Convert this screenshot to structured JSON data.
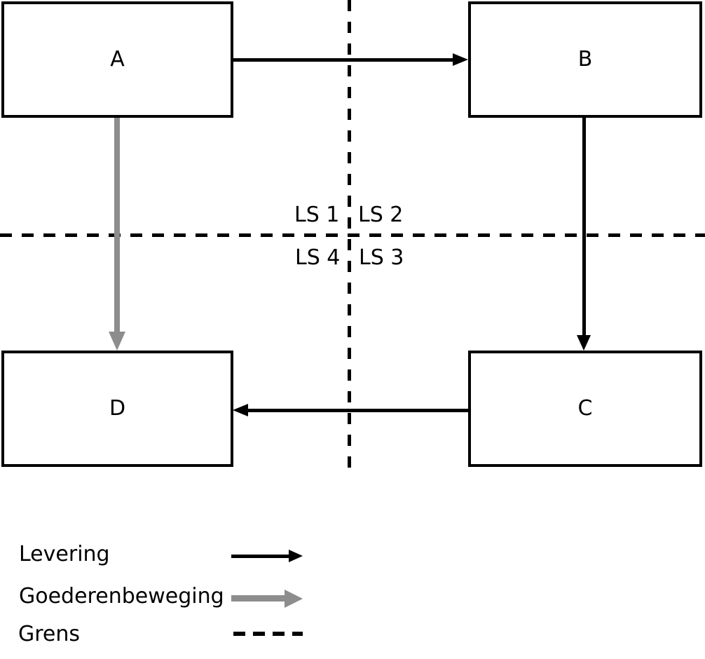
{
  "diagram": {
    "type": "flow-diagram",
    "nodes": [
      {
        "id": "A",
        "label": "A",
        "position": "top-left"
      },
      {
        "id": "B",
        "label": "B",
        "position": "top-right"
      },
      {
        "id": "C",
        "label": "C",
        "position": "bottom-right"
      },
      {
        "id": "D",
        "label": "D",
        "position": "bottom-left"
      }
    ],
    "quadrants": {
      "ls1": "LS 1",
      "ls2": "LS 2",
      "ls3": "LS 3",
      "ls4": "LS 4"
    },
    "flows": [
      {
        "from": "A",
        "to": "B",
        "type": "levering",
        "color": "#000000"
      },
      {
        "from": "B",
        "to": "C",
        "type": "levering",
        "color": "#000000"
      },
      {
        "from": "C",
        "to": "D",
        "type": "levering",
        "color": "#000000"
      },
      {
        "from": "A",
        "to": "D",
        "type": "goederenbeweging",
        "color": "#8d8d8d"
      }
    ],
    "legend": {
      "levering": "Levering",
      "goederenbeweging": "Goederenbeweging",
      "grens": "Grens"
    },
    "colors": {
      "line": "#000000",
      "goods_arrow": "#8d8d8d",
      "background": "#ffffff"
    }
  }
}
